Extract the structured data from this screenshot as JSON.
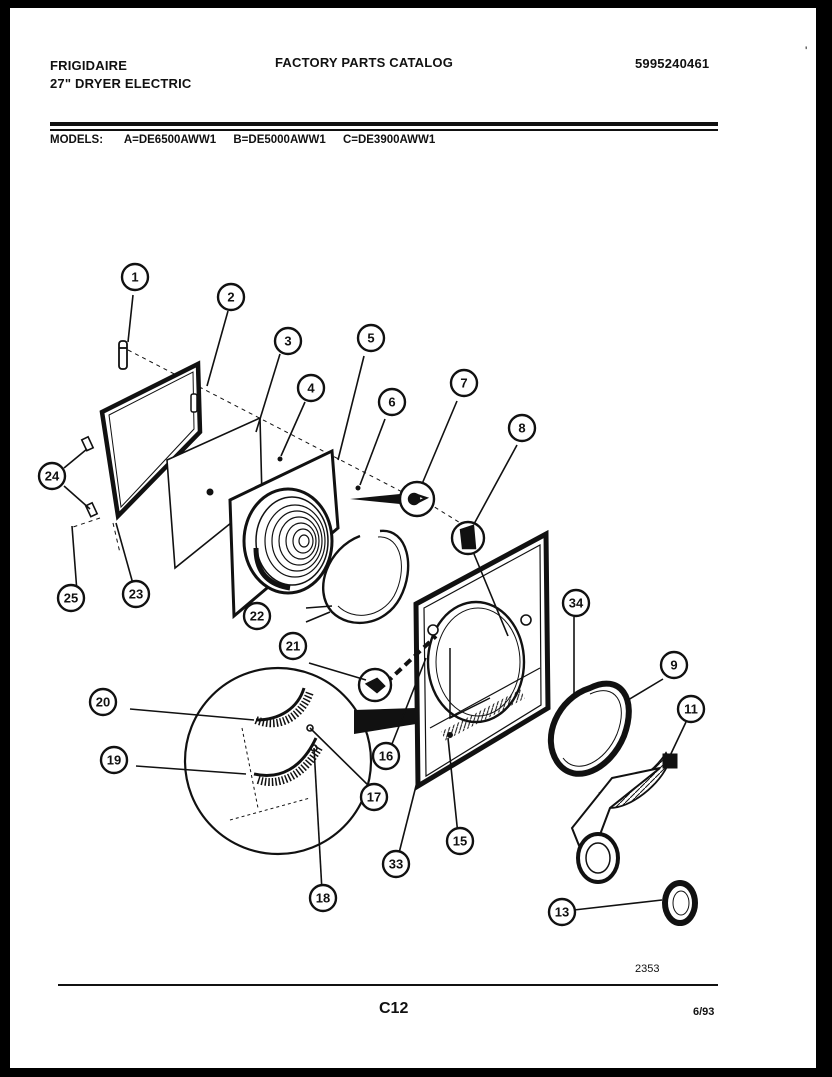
{
  "header": {
    "brand": "FRIGIDAIRE",
    "product": "27\" DRYER ELECTRIC",
    "catalog_title": "FACTORY PARTS CATALOG",
    "catalog_number": "5995240461"
  },
  "models": {
    "label": "MODELS:",
    "a": "A=DE6500AWW1",
    "b": "B=DE5000AWW1",
    "c": "C=DE3900AWW1"
  },
  "callouts": [
    "1",
    "2",
    "3",
    "4",
    "5",
    "6",
    "7",
    "8",
    "9",
    "11",
    "13",
    "15",
    "16",
    "17",
    "18",
    "19",
    "20",
    "21",
    "22",
    "23",
    "24",
    "25",
    "33",
    "34"
  ],
  "footer": {
    "figure_number": "2353",
    "page_number": "C12",
    "date_code": "6/93"
  },
  "edge_mark": "'"
}
